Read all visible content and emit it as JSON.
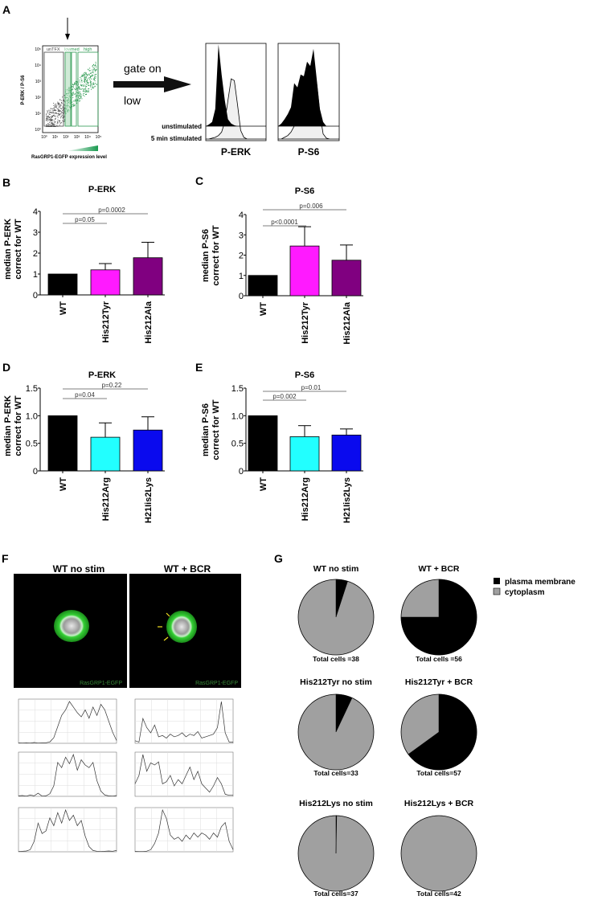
{
  "panel_labels": {
    "A": "A",
    "B": "B",
    "C": "C",
    "D": "D",
    "E": "E",
    "F": "F",
    "G": "G"
  },
  "panel_a": {
    "y_axis_label": "P-ERK / P-S6",
    "x_axis_label": "RasGRP1-EGFP expression level",
    "x_ticks": [
      "10⁰",
      "10¹",
      "10²",
      "10³",
      "10⁴",
      "10⁵"
    ],
    "y_ticks": [
      "10⁰",
      "10¹",
      "10²",
      "10³",
      "10⁴",
      "10⁵"
    ],
    "gates": [
      "unTFX",
      "low",
      "med",
      "high"
    ],
    "gate_on_line1": "gate on",
    "gate_on_line2": "low",
    "legend_unstimulated": "unstimulated",
    "legend_stimulated": "5 min stimulated",
    "histograms": [
      {
        "label": "P-ERK",
        "unstimulated": [
          0,
          2,
          5,
          20,
          95,
          60,
          30,
          8,
          3,
          1,
          0,
          0,
          0,
          0,
          0,
          0,
          0,
          0,
          0,
          0
        ],
        "stimulated": [
          0,
          0,
          1,
          2,
          4,
          8,
          20,
          45,
          70,
          68,
          40,
          10,
          2,
          0,
          0,
          0,
          0,
          0,
          0,
          0
        ]
      },
      {
        "label": "P-S6",
        "unstimulated": [
          0,
          3,
          8,
          14,
          22,
          50,
          45,
          60,
          58,
          75,
          70,
          90,
          55,
          20,
          5,
          0,
          0,
          0,
          0,
          0
        ],
        "stimulated": [
          0,
          0,
          2,
          4,
          8,
          15,
          25,
          38,
          45,
          55,
          62,
          80,
          65,
          30,
          6,
          1,
          0,
          0,
          0,
          0
        ]
      }
    ],
    "colors": {
      "scatter_gray": "#555555",
      "gfp_green": "#2e9a52",
      "gate_low": "#a8d8b4"
    }
  },
  "chart_data": [
    {
      "panel": "B",
      "type": "bar",
      "title": "P-ERK",
      "ylabel": [
        "median P-ERK",
        "correct for WT"
      ],
      "categories": [
        "WT",
        "His212Tyr",
        "His212Ala"
      ],
      "values": [
        1.0,
        1.2,
        1.78
      ],
      "errors_upper": [
        0,
        0.3,
        0.74
      ],
      "colors": [
        "#000000",
        "#ff1aff",
        "#800080"
      ],
      "ylim": [
        0,
        4
      ],
      "yticks": [
        "0",
        "1",
        "2",
        "3",
        "4"
      ],
      "ytick_values": [
        0,
        1,
        2,
        3,
        4
      ],
      "comparisons": [
        {
          "from": 0,
          "to": 1,
          "label": "p=0.05"
        },
        {
          "from": 0,
          "to": 2,
          "label": "p=0.0002"
        }
      ]
    },
    {
      "panel": "C",
      "type": "bar",
      "title": "P-S6",
      "ylabel": [
        "median P-S6",
        "correct for WT"
      ],
      "categories": [
        "WT",
        "His212Tyr",
        "His212Ala"
      ],
      "values": [
        1.0,
        2.45,
        1.75
      ],
      "errors_upper": [
        0,
        0.95,
        0.75
      ],
      "colors": [
        "#000000",
        "#ff1aff",
        "#800080"
      ],
      "ylim": [
        0,
        4
      ],
      "yticks": [
        "0",
        "1",
        "2",
        "3",
        "4"
      ],
      "ytick_values": [
        0,
        1,
        2,
        3,
        4
      ],
      "comparisons": [
        {
          "from": 0,
          "to": 1,
          "label": "p<0.0001"
        },
        {
          "from": 0,
          "to": 2,
          "label": "p=0.006"
        }
      ]
    },
    {
      "panel": "D",
      "type": "bar",
      "title": "P-ERK",
      "ylabel": [
        "median P-ERK",
        "correct for WT"
      ],
      "categories": [
        "WT",
        "His212Arg",
        "H21Iis2Lys"
      ],
      "values": [
        1.0,
        0.61,
        0.74
      ],
      "errors_upper": [
        0,
        0.26,
        0.24
      ],
      "colors": [
        "#000000",
        "#22ffff",
        "#0a0aee"
      ],
      "ylim": [
        0,
        1.5
      ],
      "yticks": [
        "0",
        "0.5",
        "1.0",
        "1.5"
      ],
      "ytick_values": [
        0,
        0.5,
        1.0,
        1.5
      ],
      "comparisons": [
        {
          "from": 0,
          "to": 1,
          "label": "p=0.04"
        },
        {
          "from": 0,
          "to": 2,
          "label": "p=0.22"
        }
      ]
    },
    {
      "panel": "E",
      "type": "bar",
      "title": "P-S6",
      "ylabel": [
        "median P-S6",
        "correct for WT"
      ],
      "categories": [
        "WT",
        "His212Arg",
        "H21Iis2Lys"
      ],
      "values": [
        1.0,
        0.62,
        0.65
      ],
      "errors_upper": [
        0,
        0.2,
        0.11
      ],
      "colors": [
        "#000000",
        "#22ffff",
        "#0a0aee"
      ],
      "ylim": [
        0,
        1.5
      ],
      "yticks": [
        "0",
        "0.5",
        "1.0",
        "1.5"
      ],
      "ytick_values": [
        0,
        0.5,
        1.0,
        1.5
      ],
      "comparisons": [
        {
          "from": 0,
          "to": 1,
          "label": "p=0.002"
        },
        {
          "from": 0,
          "to": 2,
          "label": "p=0.01"
        }
      ]
    },
    {
      "panel": "G",
      "type": "pie",
      "legend": [
        {
          "label": "plasma membrane",
          "color": "#000000"
        },
        {
          "label": "cytoplasm",
          "color": "#a0a0a0"
        }
      ],
      "pies": [
        {
          "title": "WT no stim",
          "total": "Total cells =38",
          "plasma_membrane_fraction": 0.05
        },
        {
          "title": "WT + BCR",
          "total": "Total cells =56",
          "plasma_membrane_fraction": 0.75
        },
        {
          "title": "His212Tyr no stim",
          "total": "Total cells=33",
          "plasma_membrane_fraction": 0.07
        },
        {
          "title": "His212Tyr + BCR",
          "total": "Total cells=57",
          "plasma_membrane_fraction": 0.65
        },
        {
          "title": "His212Lys no stim",
          "total": "Total cells=37",
          "plasma_membrane_fraction": 0.003
        },
        {
          "title": "His212Lys + BCR",
          "total": "Total cells=42",
          "plasma_membrane_fraction": 0.0
        }
      ]
    }
  ],
  "panel_f": {
    "titles": [
      "WT no stim",
      "WT + BCR"
    ],
    "image_caption": "RasGRP1-EGFP",
    "arrow_color": "#f0e020",
    "profiles": [
      [
        2,
        1,
        2,
        1,
        3,
        1,
        2,
        2,
        5,
        20,
        60,
        100,
        120,
        150,
        130,
        110,
        95,
        120,
        90,
        130,
        100,
        140,
        120,
        80,
        40,
        10
      ],
      [
        10,
        5,
        95,
        60,
        40,
        70,
        25,
        30,
        20,
        35,
        25,
        30,
        40,
        25,
        35,
        30,
        45,
        20,
        25,
        30,
        35,
        60,
        160,
        40,
        5,
        5
      ],
      [
        2,
        3,
        1,
        5,
        2,
        12,
        1,
        2,
        10,
        40,
        130,
        110,
        150,
        125,
        160,
        100,
        140,
        120,
        110,
        130,
        60,
        20,
        5,
        2,
        1,
        3
      ],
      [
        60,
        100,
        200,
        120,
        160,
        150,
        165,
        60,
        70,
        100,
        50,
        80,
        60,
        100,
        140,
        80,
        120,
        60,
        40,
        20,
        50,
        90,
        60,
        10,
        5,
        5
      ],
      [
        1,
        2,
        3,
        8,
        40,
        110,
        70,
        80,
        130,
        100,
        150,
        110,
        160,
        120,
        140,
        100,
        120,
        60,
        20,
        5,
        2,
        1,
        2,
        3,
        2,
        5
      ],
      [
        2,
        1,
        1,
        3,
        10,
        40,
        90,
        200,
        160,
        80,
        60,
        70,
        50,
        80,
        60,
        90,
        70,
        90,
        80,
        60,
        90,
        70,
        120,
        140,
        50,
        10
      ]
    ]
  }
}
